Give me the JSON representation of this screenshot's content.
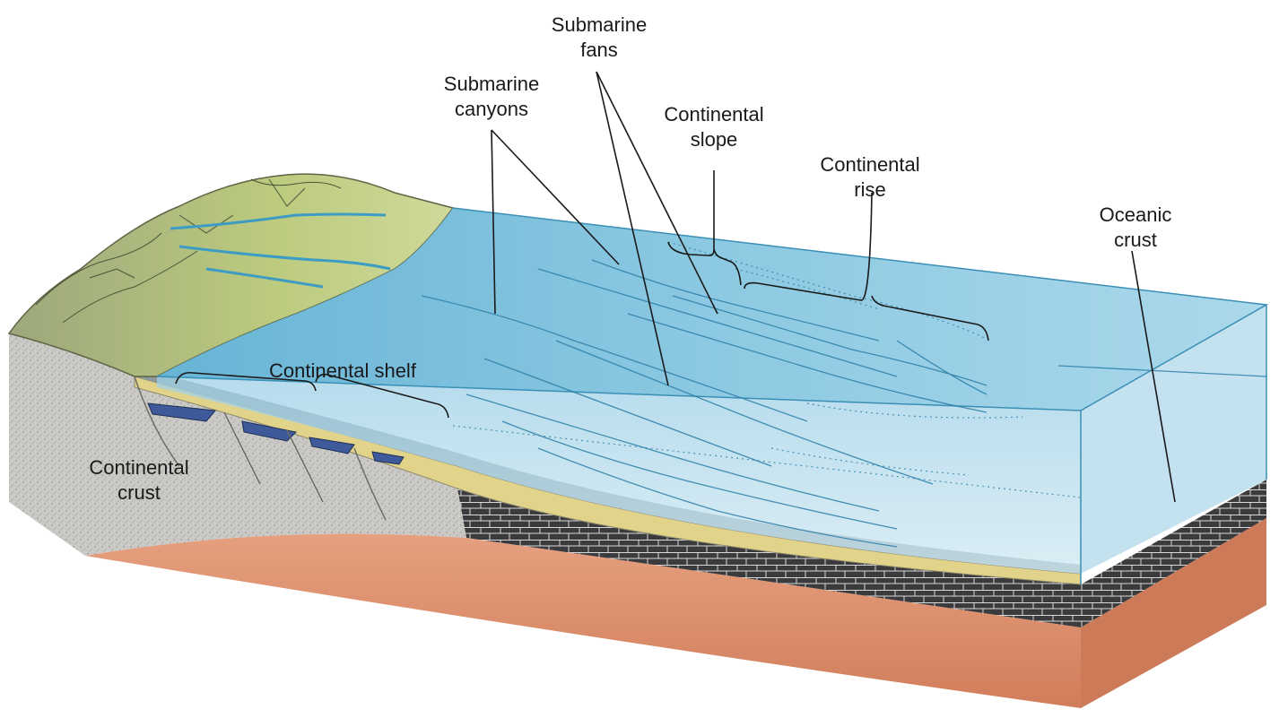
{
  "labels": {
    "submarine_fans": [
      "Submarine",
      "fans"
    ],
    "submarine_canyons": [
      "Submarine",
      "canyons"
    ],
    "continental_slope": [
      "Continental",
      "slope"
    ],
    "continental_rise": [
      "Continental",
      "rise"
    ],
    "oceanic_crust": [
      "Oceanic",
      "crust"
    ],
    "continental_shelf": "Continental shelf",
    "continental_crust": [
      "Continental",
      "crust"
    ]
  },
  "colors": {
    "ocean": "#7fc1dc",
    "ocean_edge": "#3a8fb6",
    "continental_crust": "#c9c7c3",
    "mantle": "#d98a68",
    "oceanic_crust": "#3b3b3d",
    "sediment": "#e4d58c",
    "land_green": "#b7c479",
    "mountain": "#9aa07a"
  }
}
